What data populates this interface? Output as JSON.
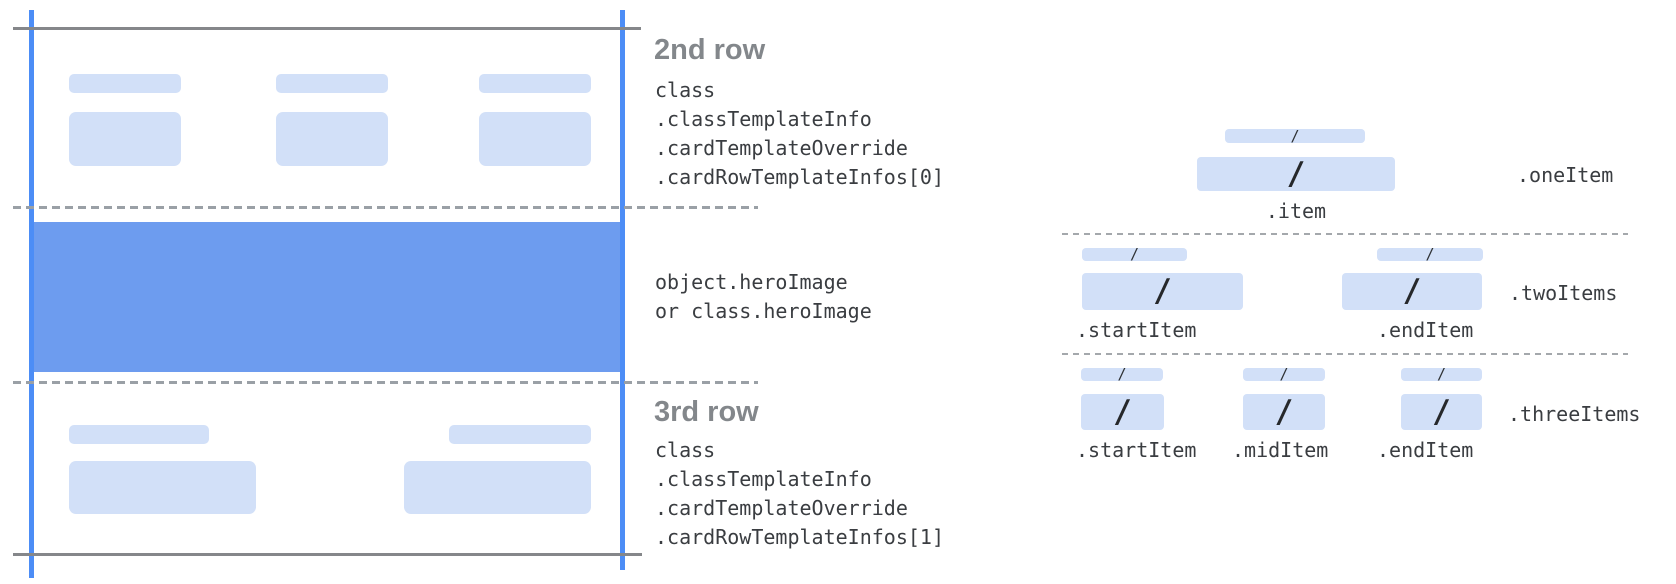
{
  "card": {
    "row2": {
      "heading": "2nd row",
      "lines": [
        "class",
        ".classTemplateInfo",
        ".cardTemplateOverride",
        ".cardRowTemplateInfos[0]"
      ]
    },
    "hero": {
      "lines": [
        "object.heroImage",
        "or class.heroImage"
      ]
    },
    "row3": {
      "heading": "3rd row",
      "lines": [
        "class",
        ".classTemplateInfo",
        ".cardTemplateOverride",
        ".cardRowTemplateInfos[1]"
      ]
    }
  },
  "items_diagram": {
    "slash": "/",
    "rows": [
      {
        "row_label": ".oneItem",
        "items": [
          {
            "label": ".item"
          }
        ]
      },
      {
        "row_label": ".twoItems",
        "items": [
          {
            "label": ".startItem"
          },
          {
            "label": ".endItem"
          }
        ]
      },
      {
        "row_label": ".threeItems",
        "items": [
          {
            "label": ".startItem"
          },
          {
            "label": ".midItem"
          },
          {
            "label": ".endItem"
          }
        ]
      }
    ]
  },
  "colors": {
    "card_outline_blue": "#4c8df6",
    "hero_blue": "#6d9cef",
    "placeholder_blue": "#d2e0f8",
    "line_gray": "#85878a",
    "dash_gray": "#9aa0a6",
    "heading_gray": "#83878b",
    "code_text": "#3a3d41"
  }
}
